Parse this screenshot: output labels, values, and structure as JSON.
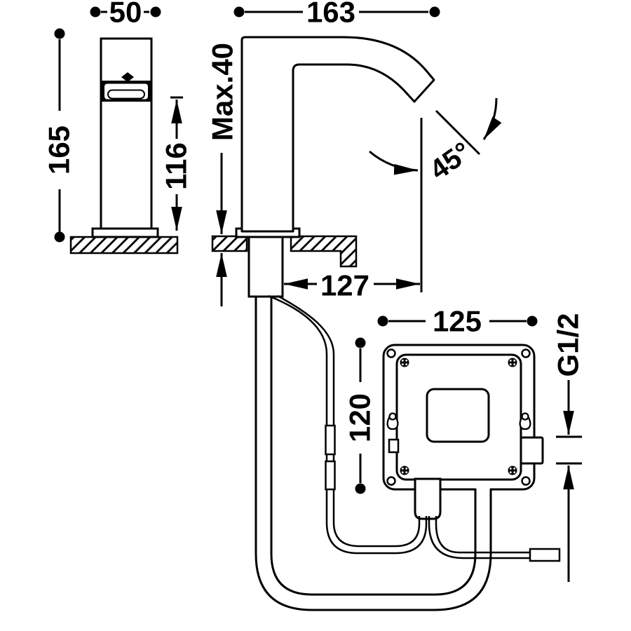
{
  "drawing": {
    "dims": {
      "spout_width": "50",
      "total_height": "165",
      "body_height": "116",
      "spout_reach": "163",
      "deck_thickness": "Max.40",
      "spout_angle": "45°",
      "outlet_offset": "127",
      "box_width": "125",
      "box_height": "120",
      "connection_thread": "G1/2"
    },
    "line_color": "#000000",
    "background_color": "#ffffff"
  }
}
